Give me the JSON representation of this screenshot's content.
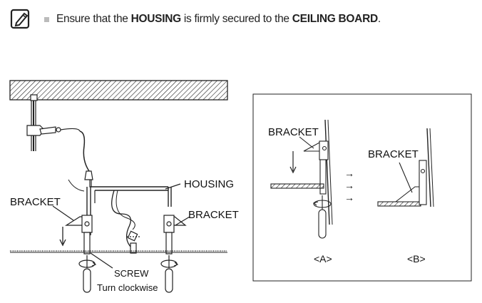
{
  "note": {
    "icon": "note-pencil-icon",
    "bullet": "square-bullet",
    "parts": [
      "Ensure that the ",
      "HOUSING",
      " is firmly secured to the ",
      "CEILING BOARD",
      "."
    ]
  },
  "left_figure": {
    "housing_label": "HOUSING",
    "bracket_left_label": "BRACKET",
    "bracket_right_label": "BRACKET",
    "screw_label": "SCREW",
    "turn_label": "Turn clockwise"
  },
  "inset": {
    "bracket_a_label": "BRACKET",
    "bracket_b_label": "BRACKET",
    "caption_a": "<A>",
    "caption_b": "<B>",
    "arrows": [
      "→",
      "→",
      "→"
    ]
  },
  "colors": {
    "line": "#222222",
    "bullet": "#bbbbbb",
    "hatch_bg": "#ffffff"
  }
}
